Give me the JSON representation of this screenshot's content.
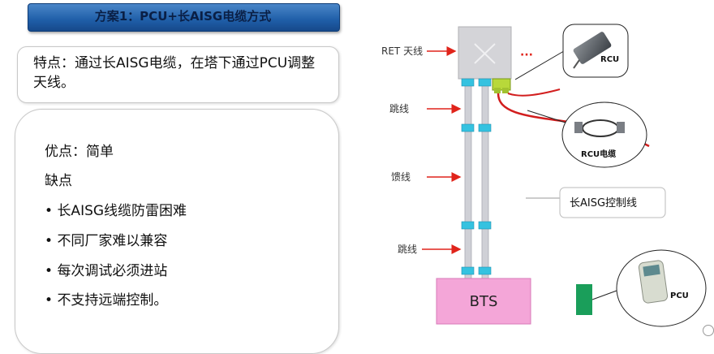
{
  "title": "方案1：PCU+长AISG电缆方式",
  "feature_text": "特点：通过长AISG电缆，在塔下通过PCU调整天线。",
  "pros_label": "优点：简单",
  "cons_label": "缺点",
  "cons_items": [
    "长AISG线缆防雷困难",
    "不同厂家难以兼容",
    "每次调试必须进站",
    "不支持远端控制。"
  ],
  "diagram": {
    "ret_label": "RET 天线",
    "jumper_top_label": "跳线",
    "feeder_label": "馈线",
    "jumper_bottom_label": "跳线",
    "bts_label": "BTS",
    "rcu_label": "RCU",
    "rcu_cable_label": "RCU电缆",
    "aisg_cable_label": "长AISG控制线",
    "pcu_label": "PCU",
    "dots": "···"
  },
  "colors": {
    "arrow": "#e0241b",
    "bts": "#f4a6d8",
    "cable_line": "#c8c8d0",
    "connector": "#35c2e0",
    "cable_red": "#d21e1e",
    "green_box": "#1a9e5a"
  }
}
